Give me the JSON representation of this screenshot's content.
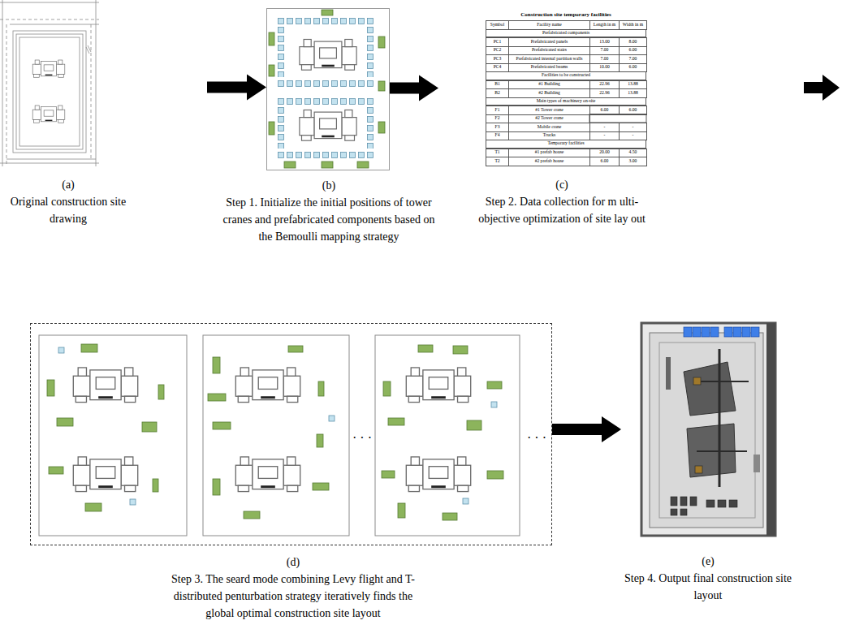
{
  "diagram": {
    "nodes": [
      {
        "text": [
          "(a)",
          "Original construction site drawing"
        ]
      },
      {
        "text": [
          "(b)",
          "Step 1. Initialize the initial positions of tower cranes and prefabricated components based on the Bemoulli mapping strategy"
        ]
      },
      {
        "text": [
          "(c)",
          "Step 2. Data collection for m ulti- objective optimization of site lay out"
        ]
      },
      {
        "text": [
          "(d)",
          "Step 3. The seard mode combining Levy flight and T-distributed penturbation strategy iteratively finds the global optimal construction site layout"
        ]
      },
      {
        "text": [
          "(e)",
          "Step 4. Output final construction site layout"
        ]
      }
    ],
    "edges": [
      {
        "from": 0,
        "to": 1,
        "arrow": "to"
      },
      {
        "from": 1,
        "to": 2,
        "arrow": "to"
      },
      {
        "from": 3,
        "to": 4,
        "arrow": "to"
      }
    ],
    "labels": [
      "Construction site temporary facilities",
      "Symbol",
      "Facility name",
      "Length in m",
      "Width in m",
      "Prefabricated components",
      "PC1",
      "Prefabricated panels",
      "13.00",
      "8.00",
      "PC2",
      "Prefabricated stairs",
      "7.00",
      "6.00",
      "PC3",
      "Prefabricated internal partition walls",
      "7.00",
      "7.00",
      "PC4",
      "Prefabricated beams",
      "10.00",
      "6.00",
      "Facilities to be constructed",
      "B1",
      "#1 Building",
      "22.96",
      "13.88",
      "B2",
      "#2 Building",
      "22.96",
      "13.88",
      "Main types of machinery on-site",
      "F1",
      "#1 Tower crane",
      "6.00",
      "6.00",
      "F2",
      "#2 Tower crane",
      "F3",
      "Mobile crane",
      "-",
      "-",
      "F4",
      "Trucks",
      "-",
      "-",
      "Temporary facilities",
      "T1",
      "#1 prefab house",
      "20.00",
      "4.50",
      "T2",
      "#2 prefab house",
      "6.00",
      "3.00",
      "· · ·",
      "· · ·"
    ]
  }
}
